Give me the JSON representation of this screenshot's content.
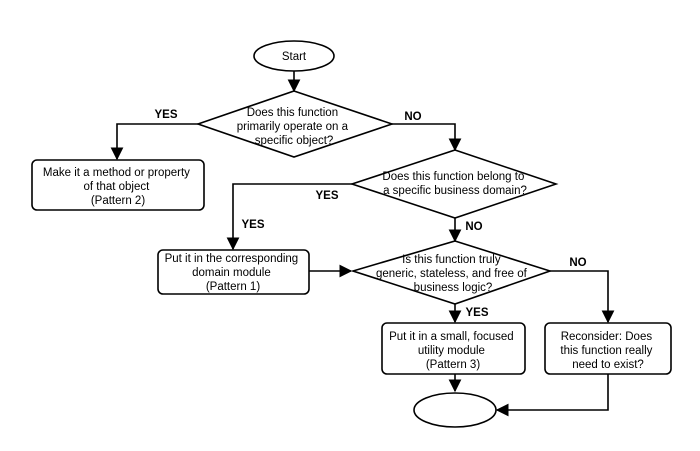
{
  "diagram": {
    "nodes": {
      "start": {
        "lines": [
          "Start"
        ]
      },
      "q1": {
        "lines": [
          "Does this function",
          "primarily operate on a",
          "specific object?"
        ]
      },
      "method": {
        "lines": [
          "Make it a method or property",
          "of that object",
          "(Pattern 2)"
        ]
      },
      "q2": {
        "lines": [
          "Does this function belong to",
          "a specific business domain?"
        ]
      },
      "domain": {
        "lines": [
          "Put it in the corresponding",
          "domain module",
          "(Pattern 1)"
        ]
      },
      "q3": {
        "lines": [
          "Is this function truly",
          "generic, stateless, and free of",
          "business logic?"
        ]
      },
      "utility": {
        "lines": [
          "Put it in a small, focused",
          "utility module",
          "(Pattern 3)"
        ]
      },
      "reconsider": {
        "lines": [
          "Reconsider: Does",
          "this function really",
          "need to exist?"
        ]
      },
      "end": {
        "lines": []
      }
    },
    "edge_labels": {
      "q1_yes": "YES",
      "q1_no": "NO",
      "q2_yes_a": "YES",
      "q2_yes_b": "YES",
      "q2_no": "NO",
      "q3_no": "NO",
      "q3_yes": "YES"
    }
  }
}
